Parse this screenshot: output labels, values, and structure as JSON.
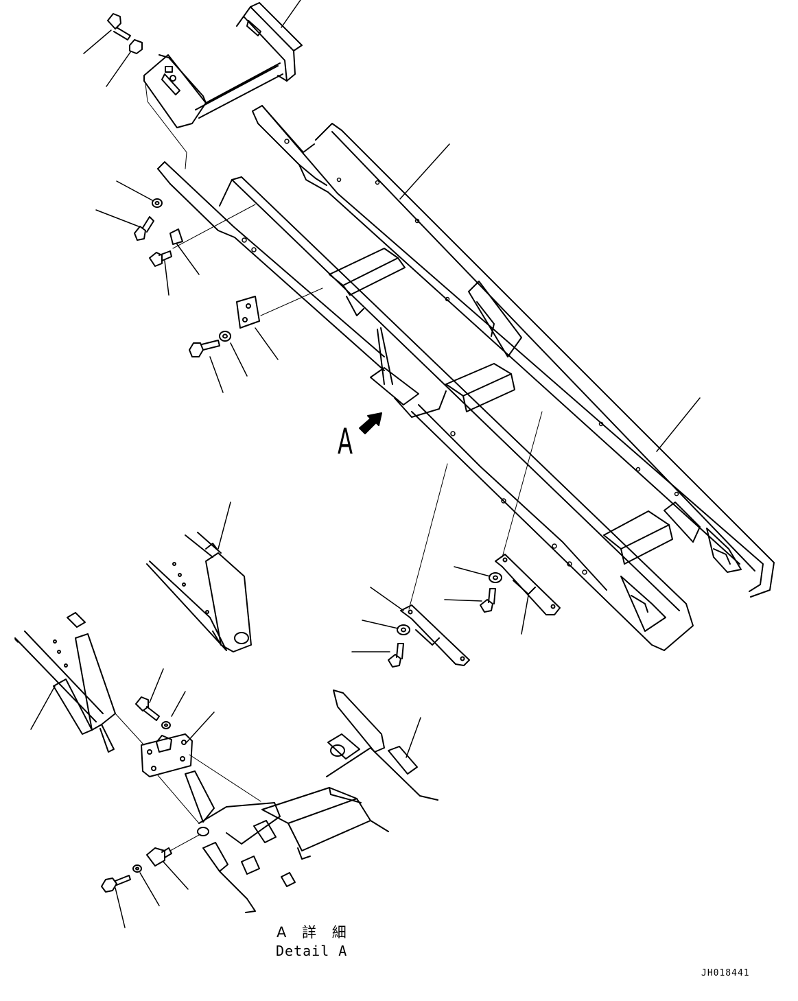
{
  "diagram": {
    "callout_view_label": "A",
    "detail_caption_jp": "A 詳 細",
    "detail_caption_en": "Detail A",
    "drawing_number": "JH018441"
  },
  "icons": {
    "view_arrow": "view-direction-arrow"
  },
  "colors": {
    "line": "#000000",
    "background": "#ffffff"
  }
}
